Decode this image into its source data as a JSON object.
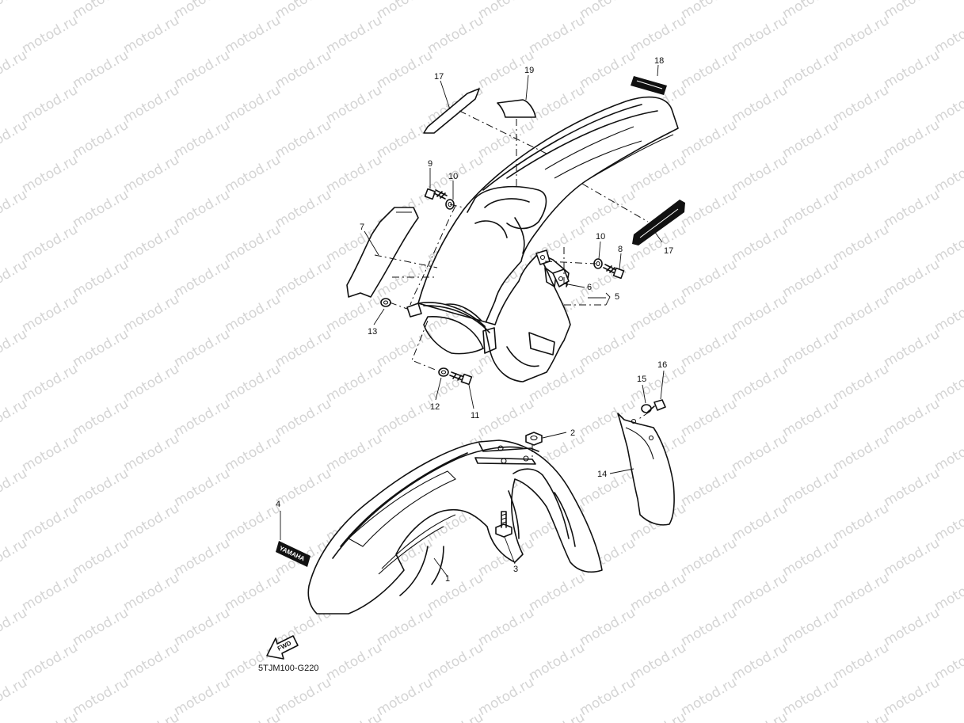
{
  "watermark": "motod.ru",
  "diagram_code": "5TJM100-G220",
  "fwd_label": "FWD",
  "decal_text": "YAMAHA",
  "callouts": {
    "c1": "1",
    "c2": "2",
    "c3": "3",
    "c4": "4",
    "c5": "5",
    "c6": "6",
    "c7": "7",
    "c8": "8",
    "c9": "9",
    "c10a": "10",
    "c10b": "10",
    "c11": "11",
    "c12": "12",
    "c13": "13",
    "c14": "14",
    "c15": "15",
    "c16": "16",
    "c17a": "17",
    "c17b": "17",
    "c18": "18",
    "c19": "19"
  }
}
